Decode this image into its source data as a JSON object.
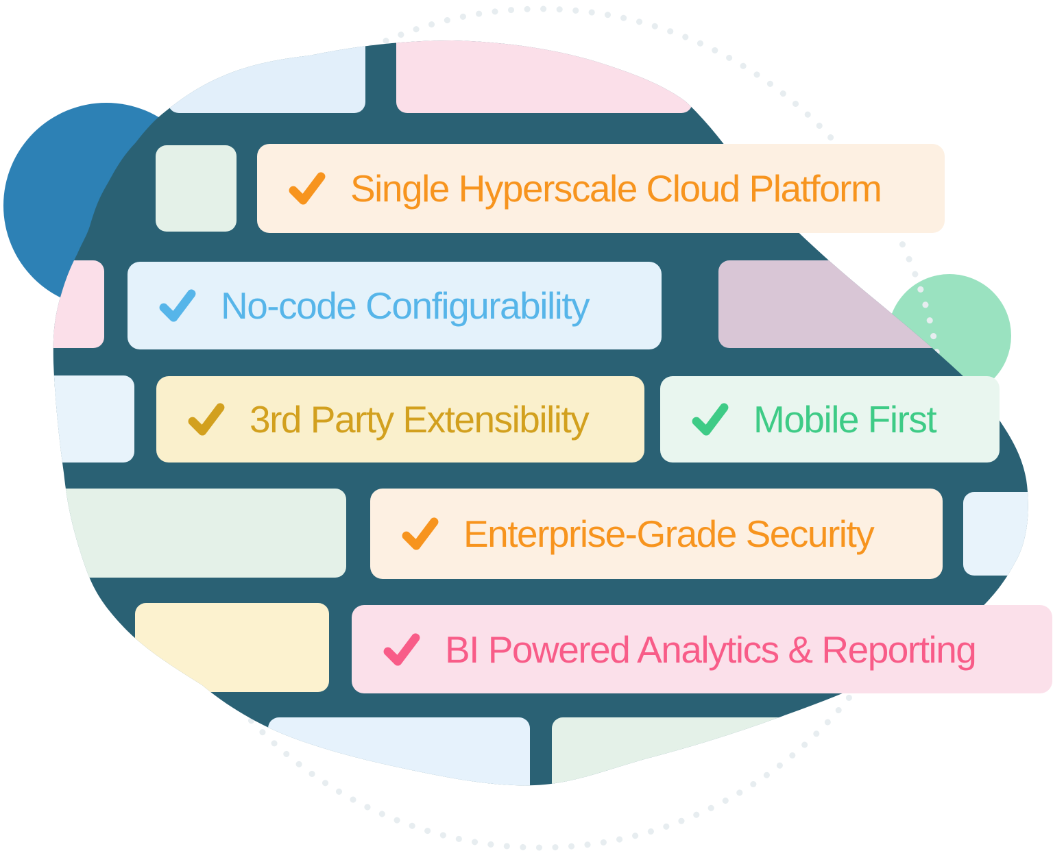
{
  "features": [
    {
      "label": "Single Hyperscale Cloud Platform",
      "text_color": "#f7941e",
      "bg_color": "#fdf0e2",
      "icon": "checkmark-icon"
    },
    {
      "label": "No-code Configurability",
      "text_color": "#56b5e9",
      "bg_color": "#e4f2fb",
      "icon": "checkmark-icon"
    },
    {
      "label": "3rd Party Extensibility",
      "text_color": "#d2a01e",
      "bg_color": "#faf0cc",
      "icon": "checkmark-icon"
    },
    {
      "label": "Mobile First",
      "text_color": "#3ecb86",
      "bg_color": "#e9f6ef",
      "icon": "checkmark-icon"
    },
    {
      "label": "Enterprise-Grade Security",
      "text_color": "#f7941e",
      "bg_color": "#fdf0e2",
      "icon": "checkmark-icon"
    },
    {
      "label": "BI Powered Analytics & Reporting",
      "text_color": "#f85c88",
      "bg_color": "#fbe0ea",
      "icon": "checkmark-icon"
    }
  ],
  "decorative": {
    "blob_color": "#2a6174",
    "blue_circle_color": "#2d81b5",
    "green_circle_color": "#9ae2c0",
    "dotted_ring_color": "#e7edf0",
    "plain_brick_colors": [
      "#e2effa",
      "#fbdfe9",
      "#e4f1e8",
      "#d9c6d6",
      "#e8f3fb",
      "#fcf2cf",
      "#e6f2fc"
    ]
  }
}
